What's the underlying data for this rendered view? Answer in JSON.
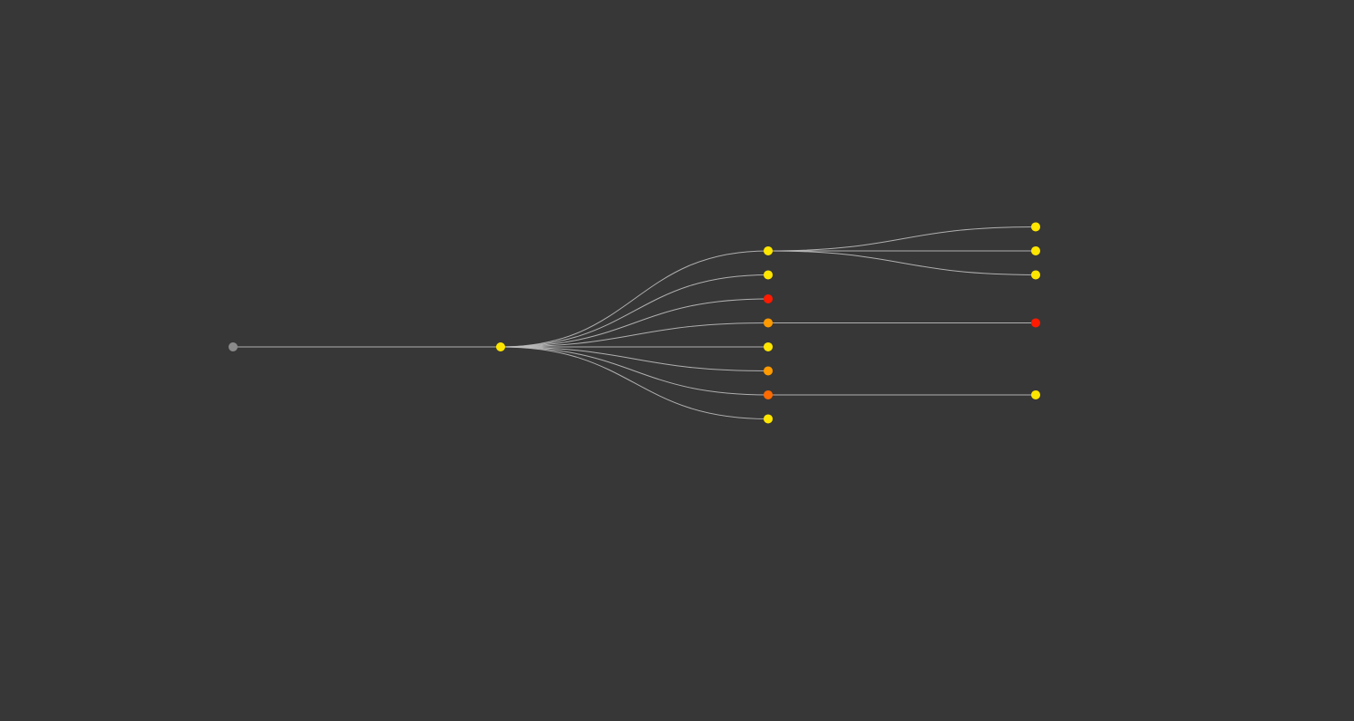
{
  "diagram": {
    "type": "tree",
    "background": "#373737",
    "link_color": "#bdbdbd",
    "nodes": [
      {
        "id": "root",
        "parent": null,
        "color": "#8a8a8a"
      },
      {
        "id": "a",
        "parent": "root",
        "color": "#ffe600"
      },
      {
        "id": "a1",
        "parent": "a",
        "color": "#ffe600"
      },
      {
        "id": "a2",
        "parent": "a",
        "color": "#ffe600"
      },
      {
        "id": "a3",
        "parent": "a",
        "color": "#ff1a00"
      },
      {
        "id": "a4",
        "parent": "a",
        "color": "#ff9a00"
      },
      {
        "id": "a5",
        "parent": "a",
        "color": "#ffe600"
      },
      {
        "id": "a6",
        "parent": "a",
        "color": "#ff9a00"
      },
      {
        "id": "a7",
        "parent": "a",
        "color": "#ff6a00"
      },
      {
        "id": "a8",
        "parent": "a",
        "color": "#ffe600"
      },
      {
        "id": "a1-1",
        "parent": "a1",
        "color": "#ffe600"
      },
      {
        "id": "a1-2",
        "parent": "a1",
        "color": "#ffe600"
      },
      {
        "id": "a1-3",
        "parent": "a1",
        "color": "#ffe600"
      },
      {
        "id": "a4-1",
        "parent": "a4",
        "color": "#ff1a00"
      },
      {
        "id": "a7-1",
        "parent": "a7",
        "color": "#ffe600"
      }
    ]
  }
}
